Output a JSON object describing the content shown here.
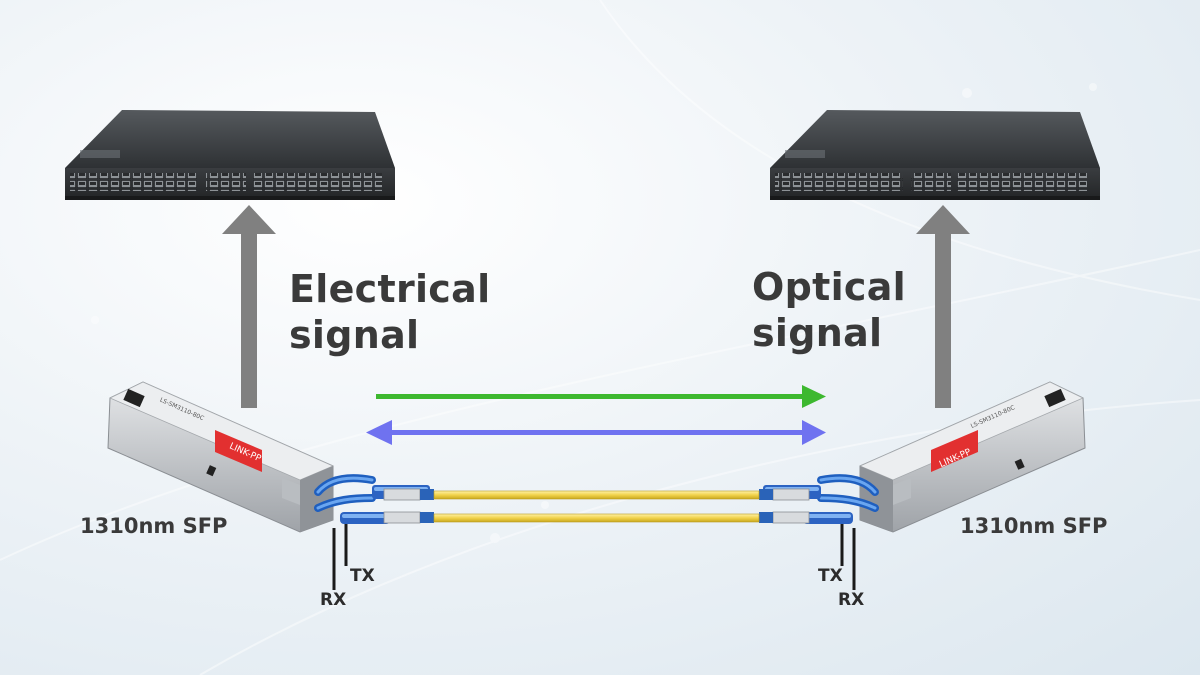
{
  "labels": {
    "electrical_line1": "Electrical",
    "electrical_line2": "signal",
    "optical_line1": "Optical",
    "optical_line2": "signal",
    "left_module": "1310nm SFP",
    "right_module": "1310nm SFP",
    "left_rx": "RX",
    "left_tx": "TX",
    "right_tx": "TX",
    "right_rx": "RX"
  },
  "module_marks": {
    "left_brand": "LINK-PP",
    "right_brand": "LINK-PP",
    "left_part": "LS-SM3110-80C",
    "right_part": "LS-SM3110-80C"
  },
  "colors": {
    "up_arrow": "#808080",
    "optical_arrow": "#3db82f",
    "electrical_arrow": "#6f72f0",
    "fiber": "#f0d54a",
    "switch_body": "#3c3f42",
    "module_body": "#c9ccd0",
    "module_label": "#e23030"
  },
  "icons": {
    "left_switch": "network-switch-icon",
    "right_switch": "network-switch-icon",
    "left_module": "sfp-transceiver-icon",
    "right_module": "sfp-transceiver-icon"
  }
}
